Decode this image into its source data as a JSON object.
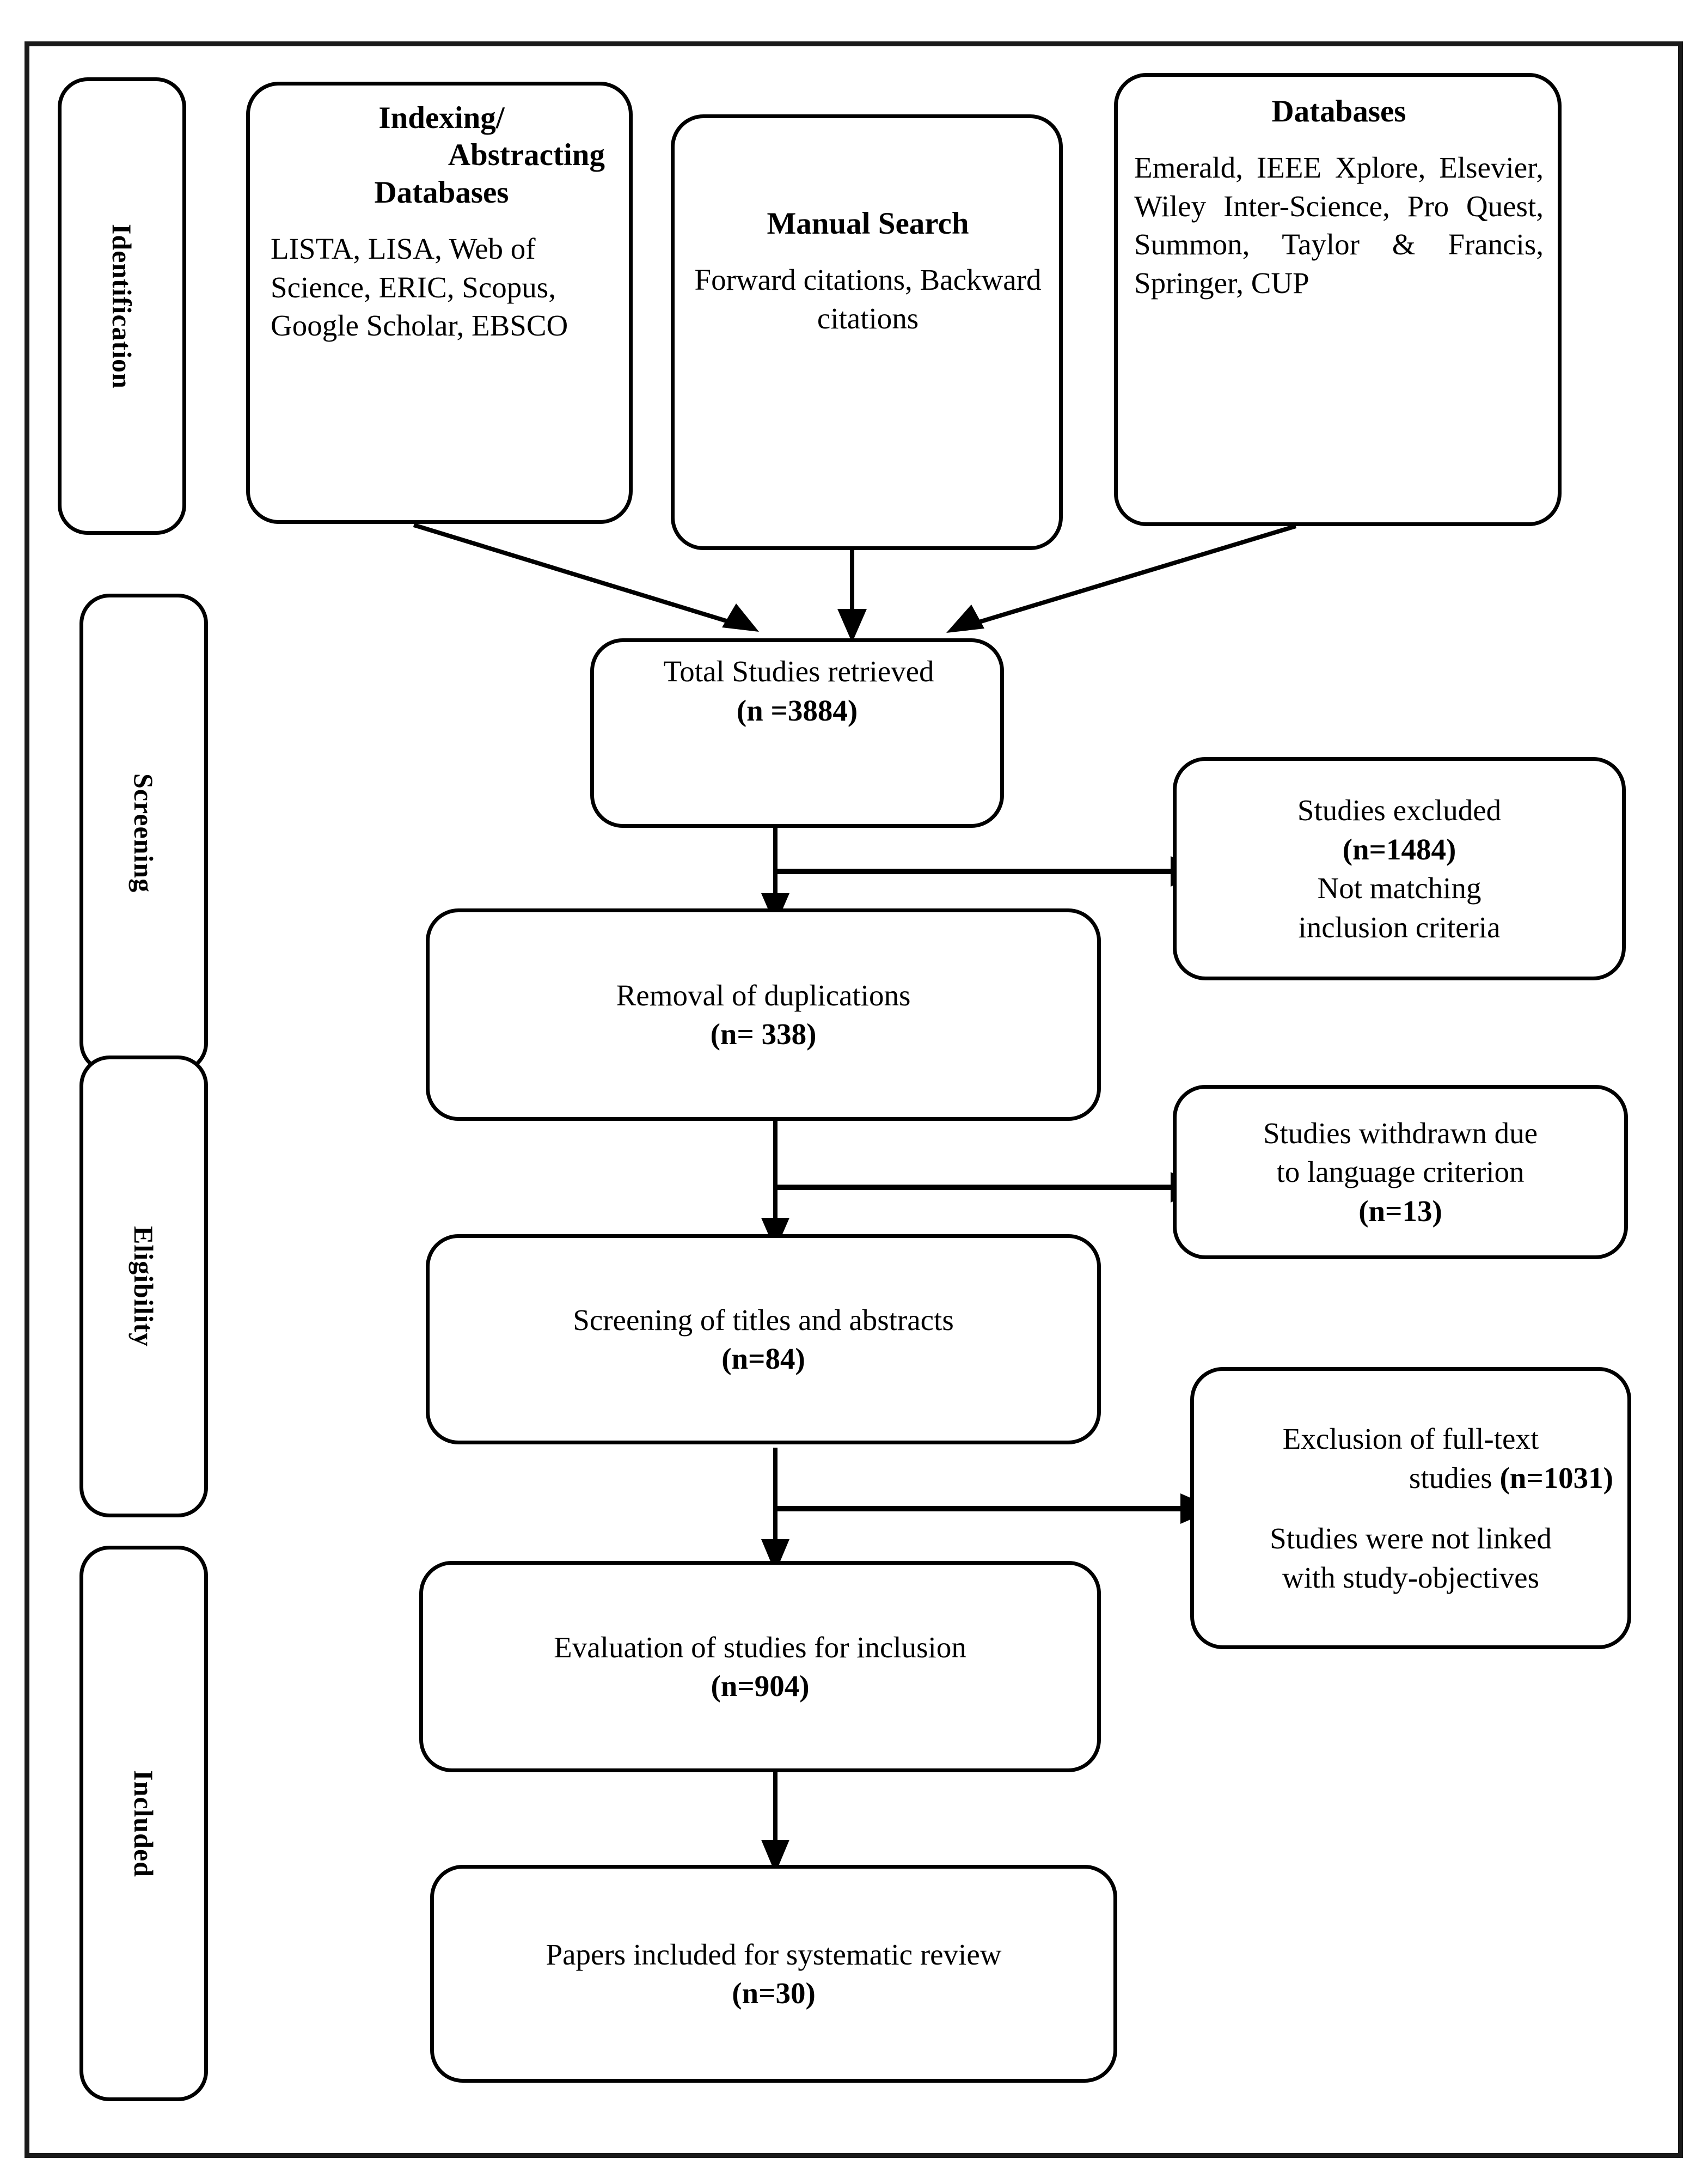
{
  "diagram": {
    "title": "PRISMA systematic review flow diagram",
    "stroke_color": "#000000",
    "background_color": "#ffffff"
  },
  "stages": [
    {
      "id": "identification",
      "label": "Identification"
    },
    {
      "id": "screening",
      "label": "Screening"
    },
    {
      "id": "eligibility",
      "label": "Eligibility"
    },
    {
      "id": "included",
      "label": "Included"
    }
  ],
  "sources": [
    {
      "id": "indexing-abstracting",
      "heading_line1": "Indexing/",
      "heading_line2": "Abstracting",
      "heading_line3": "Databases",
      "body": "LISTA, LISA, Web of Science, ERIC, Scopus, Google Scholar, EBSCO"
    },
    {
      "id": "manual-search",
      "heading": "Manual Search",
      "body": "Forward citations, Backward citations"
    },
    {
      "id": "databases",
      "heading": "Databases",
      "body": "Emerald, IEEE Xplore, Elsevier, Wiley Inter-Science, Pro Quest, Summon, Taylor & Francis, Springer, CUP"
    }
  ],
  "flow": [
    {
      "id": "total-retrieved",
      "line1": "Total Studies retrieved",
      "line2": "(n =3884)"
    },
    {
      "id": "removal-duplications",
      "line1": "Removal of duplications",
      "line2": "(n= 338)"
    },
    {
      "id": "screening-titles-abstracts",
      "line1": "Screening of titles and abstracts",
      "line2": "(n=84)"
    },
    {
      "id": "evaluation-inclusion",
      "line1": "Evaluation of studies for inclusion",
      "line2": "(n=904)"
    },
    {
      "id": "papers-included",
      "line1": "Papers included for systematic review",
      "line2": "(n=30)"
    }
  ],
  "exclusions": [
    {
      "id": "studies-excluded",
      "line1": "Studies excluded",
      "line2": "(n=1484)",
      "line3": "Not matching",
      "line4": "inclusion criteria"
    },
    {
      "id": "studies-withdrawn",
      "line1": "Studies withdrawn due",
      "line2": "to language criterion",
      "line3": "(n=13)"
    },
    {
      "id": "exclusion-full-text",
      "line1a": "Exclusion of full-text",
      "line1b": "studies ",
      "line1c": "(n=1031)",
      "line2": "Studies were not linked",
      "line3": "with study-objectives"
    }
  ]
}
